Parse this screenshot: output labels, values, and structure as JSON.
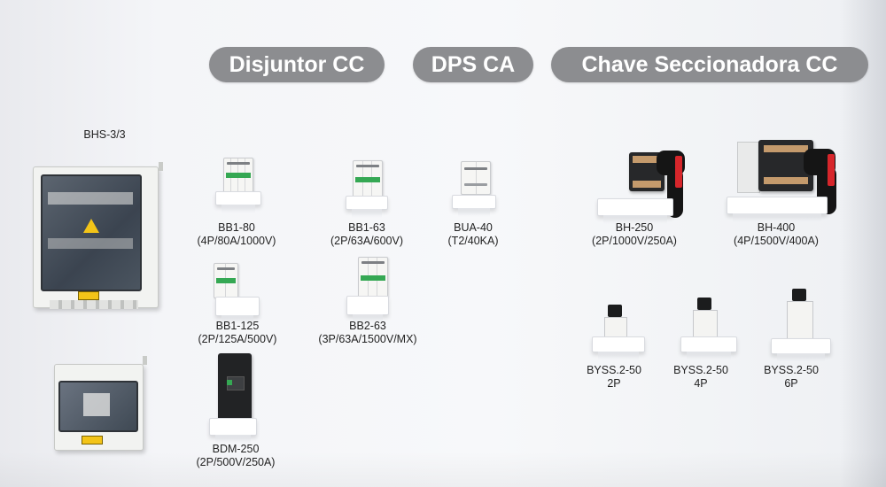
{
  "headers": {
    "breakers": "Disjuntor CC",
    "spd": "DPS CA",
    "isolators": "Chave Seccionadora CC"
  },
  "combiner_box_label": "BHS-3/3",
  "products": {
    "bb1_80": {
      "model": "BB1-80",
      "spec": "(4P/80A/1000V)"
    },
    "bb1_63": {
      "model": "BB1-63",
      "spec": "(2P/63A/600V)"
    },
    "bua_40": {
      "model": "BUA-40",
      "spec": "(T2/40KA)"
    },
    "bh_250": {
      "model": "BH-250",
      "spec": "(2P/1000V/250A)"
    },
    "bh_400": {
      "model": "BH-400",
      "spec": "(4P/1500V/400A)"
    },
    "bb1_125": {
      "model": "BB1-125",
      "spec": "(2P/125A/500V)"
    },
    "bb2_63": {
      "model": "BB2-63",
      "spec": "(3P/63A/1500V/MX)"
    },
    "bdm_250": {
      "model": "BDM-250",
      "spec": "(2P/500V/250A)"
    },
    "byss_2p": {
      "model": "BYSS.2-50",
      "spec": "2P"
    },
    "byss_4p": {
      "model": "BYSS.2-50",
      "spec": "4P"
    },
    "byss_6p": {
      "model": "BYSS.2-50",
      "spec": "6P"
    }
  },
  "colors": {
    "header_pill": "#8c8d90",
    "breaker_green": "#35a853",
    "handle_red": "#d7262b",
    "warning_yellow": "#f3c418"
  }
}
